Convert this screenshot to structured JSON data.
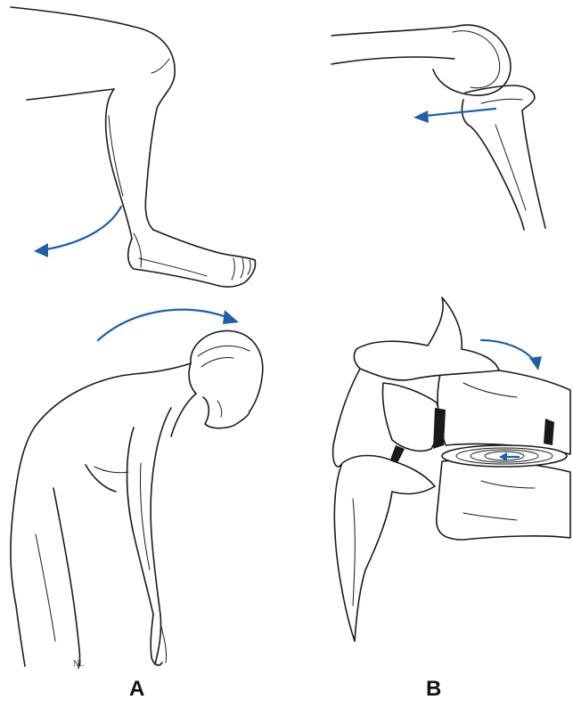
{
  "labels": {
    "panel_a": "A",
    "panel_b": "B"
  },
  "signature": "NL",
  "colors": {
    "arrow": "#1f5fa8",
    "ink": "#1a1a1a",
    "background": "#ffffff"
  }
}
